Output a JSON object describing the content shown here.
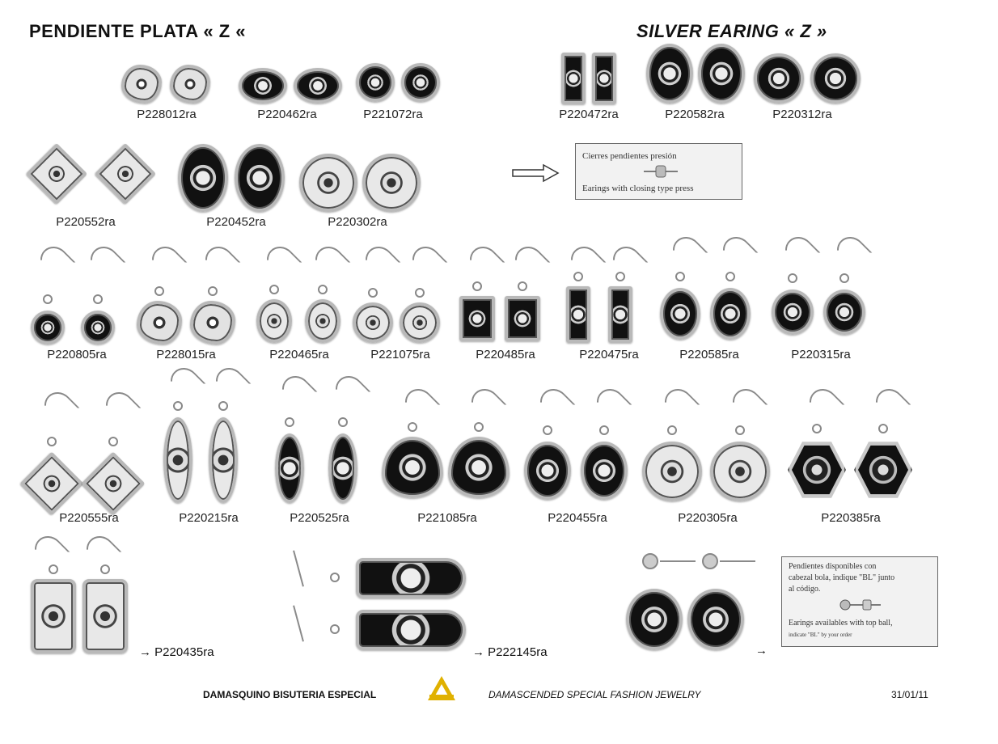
{
  "header": {
    "title_es": "PENDIENTE  PLATA « Z «",
    "title_en": "SILVER   EARING « Z »"
  },
  "row1": [
    {
      "code": "P228012ra"
    },
    {
      "code": "P220462ra"
    },
    {
      "code": "P221072ra"
    },
    {
      "code": "P220472ra"
    },
    {
      "code": "P220582ra"
    },
    {
      "code": "P220312ra"
    }
  ],
  "row2": [
    {
      "code": "P220552ra"
    },
    {
      "code": "P220452ra"
    },
    {
      "code": "P220302ra"
    }
  ],
  "closure_note": {
    "line1": "Cierres pendientes  presión",
    "line2": "Earings  with  closing type press"
  },
  "row3": [
    {
      "code": "P220805ra"
    },
    {
      "code": "P228015ra"
    },
    {
      "code": "P220465ra"
    },
    {
      "code": "P221075ra"
    },
    {
      "code": "P220485ra"
    },
    {
      "code": "P220475ra"
    },
    {
      "code": "P220585ra"
    },
    {
      "code": "P220315ra"
    }
  ],
  "row4": [
    {
      "code": "P220555ra"
    },
    {
      "code": "P220215ra"
    },
    {
      "code": "P220525ra"
    },
    {
      "code": "P221085ra"
    },
    {
      "code": "P220455ra"
    },
    {
      "code": "P220305ra"
    },
    {
      "code": "P220385ra"
    }
  ],
  "row5": [
    {
      "code": "→ P220435ra"
    },
    {
      "code": "→ P222145ra"
    },
    {
      "code": "→"
    }
  ],
  "ball_note": {
    "line1": "Pendientes disponibles con",
    "line2": "cabezal bola, indique \"BL\" junto",
    "line3": "al código.",
    "line4": "Earings availables with top ball,",
    "line5": "indicate \"BL\" by your order"
  },
  "footer": {
    "left": "DAMASQUINO BISUTERIA ESPECIAL",
    "mid": "DAMASCENDED SPECIAL FASHION JEWELRY",
    "date": "31/01/11"
  },
  "colors": {
    "accent_logo": "#e0b100",
    "metal": "#b9b9b9",
    "enamel": "#111111"
  }
}
